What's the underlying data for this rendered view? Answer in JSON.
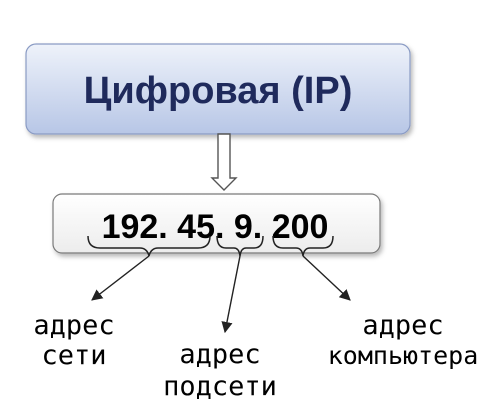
{
  "title": "Цифровая (IP)",
  "ip_address": "192. 45. 9. 200",
  "labels": {
    "network_line1": "адрес",
    "network_line2": "сети",
    "subnet_line1": "адрес",
    "subnet_line2": "подсети",
    "computer_line1": "адрес",
    "computer_line2": "компьютера"
  },
  "colors": {
    "title_text": "#1f2a5c",
    "title_box_top": "#e9eef8",
    "title_box_bottom": "#b8c7e6",
    "title_box_stroke": "#8a9bc4",
    "ip_box_stroke": "#7a7a7a",
    "line": "#222222"
  }
}
